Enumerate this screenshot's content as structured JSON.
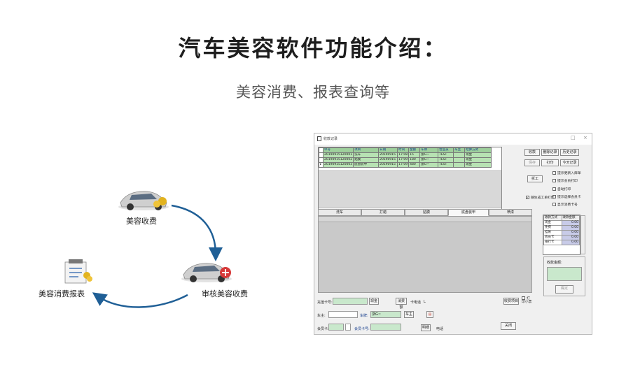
{
  "heading": {
    "title": "汽车美容软件功能介绍：",
    "subtitle": "美容消费、报表查询等"
  },
  "diagram": {
    "nodes": [
      {
        "label": "美容收费",
        "icon": "car-coins-icon"
      },
      {
        "label": "审核美容收费",
        "icon": "car-approval-icon"
      },
      {
        "label": "美容消费报表",
        "icon": "report-clipboard-icon"
      }
    ],
    "arrow_color": "#1f5f96"
  },
  "window": {
    "title": "收款记录",
    "controls": {
      "minimize": "□",
      "close": "×"
    },
    "table": {
      "columns": [
        "单号",
        "项目",
        "日期",
        "时间",
        "金额",
        "车牌",
        "营业员",
        "车主",
        "结算方式"
      ],
      "rows": [
        [
          "20190915120001",
          "洗车",
          "20190915",
          "17:08",
          "15",
          "浙G~",
          "TEST",
          "",
          "现金"
        ],
        [
          "20190915120002",
          "贴膜",
          "20190915",
          "17:09",
          "180",
          "浙G~",
          "TEST",
          "",
          "现金"
        ],
        [
          "20190915120003",
          "底盘装甲",
          "20190915",
          "17:09",
          "480",
          "浙G~",
          "TEST",
          "",
          "现金"
        ]
      ],
      "selected_marker": "▸"
    },
    "buttons": {
      "receive": "收款",
      "delete_record": "删除记录",
      "history": "历史记录",
      "save": "保存",
      "print": "打印",
      "today": "今天记录",
      "split": "拆工"
    },
    "options": [
      {
        "label": "提示更新入库单",
        "checked": false
      },
      {
        "label": "提示会员打印",
        "checked": false
      },
      {
        "label": "自动打印",
        "checked": false
      },
      {
        "label": "提示选择会员卡",
        "checked": false
      },
      {
        "label": "显示消费卡号",
        "checked": false
      }
    ],
    "option_follow_worker": {
      "label": "随生成工单打印",
      "checked": true
    },
    "tabs": [
      "洗车",
      "打蜡",
      "贴膜",
      "底盘装甲",
      "喷漆"
    ],
    "active_tab": "底盘装甲",
    "payments": {
      "headers": [
        "收款方式",
        "收款金额"
      ],
      "rows": [
        [
          "现金",
          "0.00"
        ],
        [
          "免费",
          "0.00"
        ],
        [
          "挂帐",
          "0.00"
        ],
        [
          "会员卡",
          "0.00"
        ],
        [
          "银行卡",
          "0.00"
        ]
      ]
    },
    "receive_group": {
      "label": "收款金额:",
      "confirm": "确定"
    },
    "footer": {
      "card_label": "充值卡号:",
      "card_btn": "现金",
      "query_btn": "消费额",
      "phone_label": "卡电话",
      "phone_value": "L",
      "owner_label": "车主:",
      "plate_label": "车牌:",
      "plate_value": "浙G~",
      "owner_btn": "车主",
      "member_label": "会员卡:",
      "member_no_label": "会员卡号:",
      "detail_btn": "明细",
      "detail_label": "电话",
      "pay_record_btn": "收费项目",
      "checkbox_label": "打印小票",
      "close_btn": "关闭"
    }
  }
}
